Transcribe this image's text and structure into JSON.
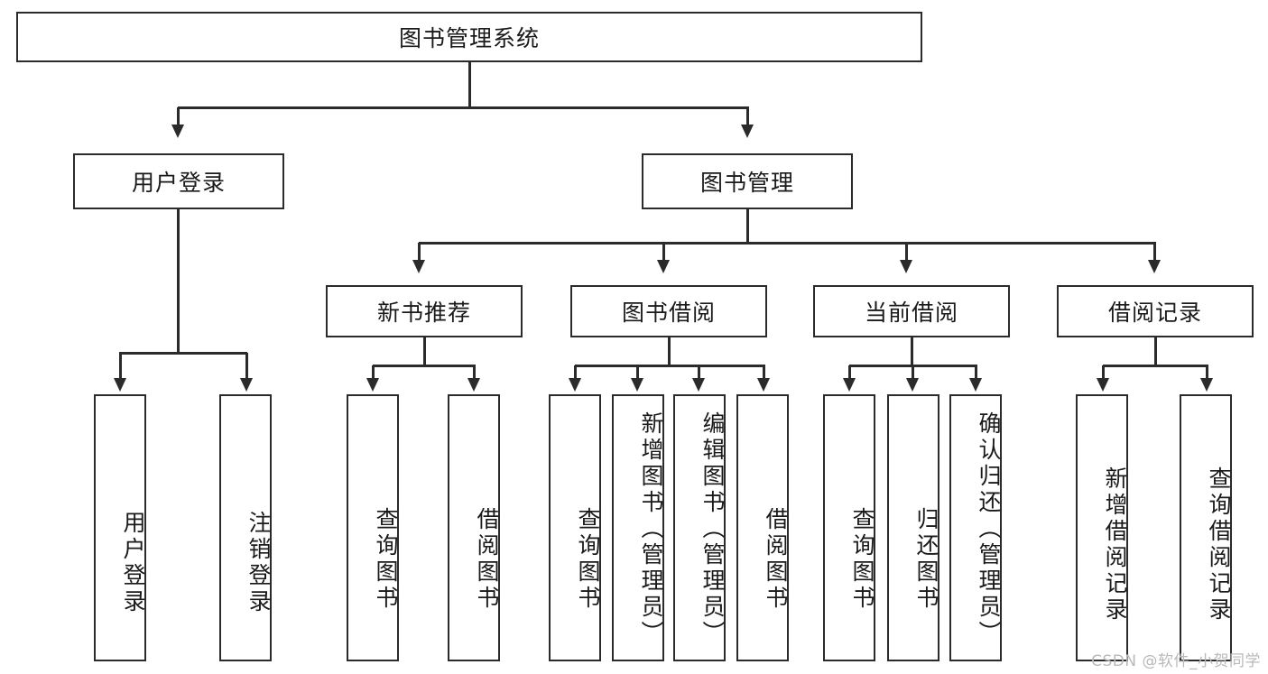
{
  "diagram": {
    "title": "图书管理系统",
    "watermark": "CSDN @软件_小贺同学",
    "colors": {
      "stroke": "#2b2b2b",
      "fill": "#ffffff",
      "text": "#1a1a1a",
      "watermark": "#b9b9b9"
    },
    "root": {
      "label": "图书管理系统"
    },
    "level2": [
      {
        "label": "用户登录"
      },
      {
        "label": "图书管理"
      }
    ],
    "level3": [
      {
        "label": "新书推荐"
      },
      {
        "label": "图书借阅"
      },
      {
        "label": "当前借阅"
      },
      {
        "label": "借阅记录"
      }
    ],
    "leaves": [
      {
        "label": "用户登录"
      },
      {
        "label": "注销登录"
      },
      {
        "label": "查询图书"
      },
      {
        "label": "借阅图书"
      },
      {
        "label": "查询图书"
      },
      {
        "label": "新增图书（管理员）"
      },
      {
        "label": "编辑图书（管理员）"
      },
      {
        "label": "借阅图书"
      },
      {
        "label": "查询图书"
      },
      {
        "label": "归还图书"
      },
      {
        "label": "确认归还（管理员）"
      },
      {
        "label": "新增借阅记录"
      },
      {
        "label": "查询借阅记录"
      }
    ]
  }
}
